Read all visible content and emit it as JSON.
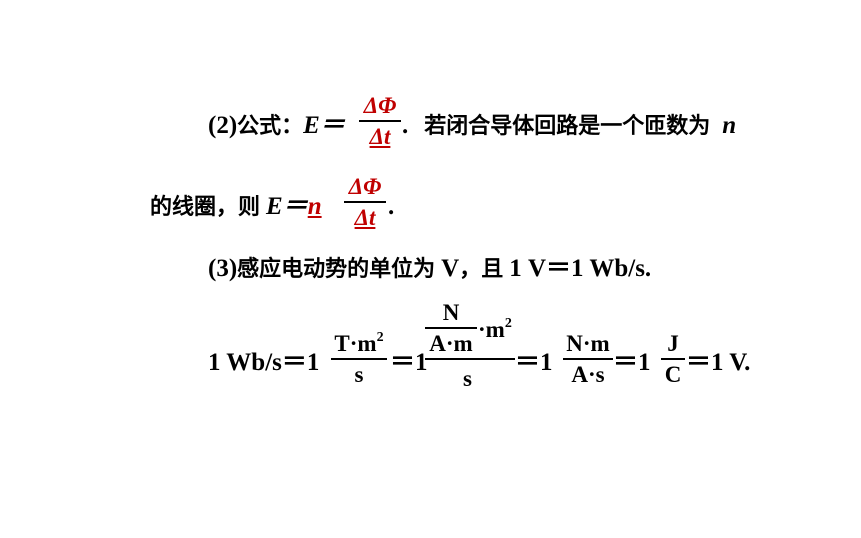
{
  "line1": {
    "prefix": "(2)",
    "label": "公式：",
    "eq": "E＝",
    "frac_num": "ΔΦ",
    "frac_den": "Δt",
    "period": ".",
    "text": "若闭合导体回路是一个匝数为",
    "n": "n"
  },
  "line2": {
    "text": "的线圈，则",
    "eq": "E＝",
    "n": "n",
    "frac_num": "ΔΦ",
    "frac_den": "Δt",
    "period": "."
  },
  "line3": {
    "prefix": "(3)",
    "text": "感应电动势的单位为",
    "unit": "V",
    "comma": "，且",
    "relation": "1 V＝1 Wb/s."
  },
  "line4": {
    "lhs": "1 Wb/s＝1",
    "f1_num_a": "T·m",
    "f1_num_exp": "2",
    "f1_den": "s",
    "eq2": "＝1",
    "f2_inner_num": "N",
    "f2_inner_den": "A·m",
    "f2_tail": "·m",
    "f2_tail_exp": "2",
    "f2_den": "s",
    "eq3": "＝1",
    "f3_num": "N·m",
    "f3_den": "A·s",
    "eq4": "＝1",
    "f4_num": "J",
    "f4_den": "C",
    "rhs": "＝1 V."
  }
}
